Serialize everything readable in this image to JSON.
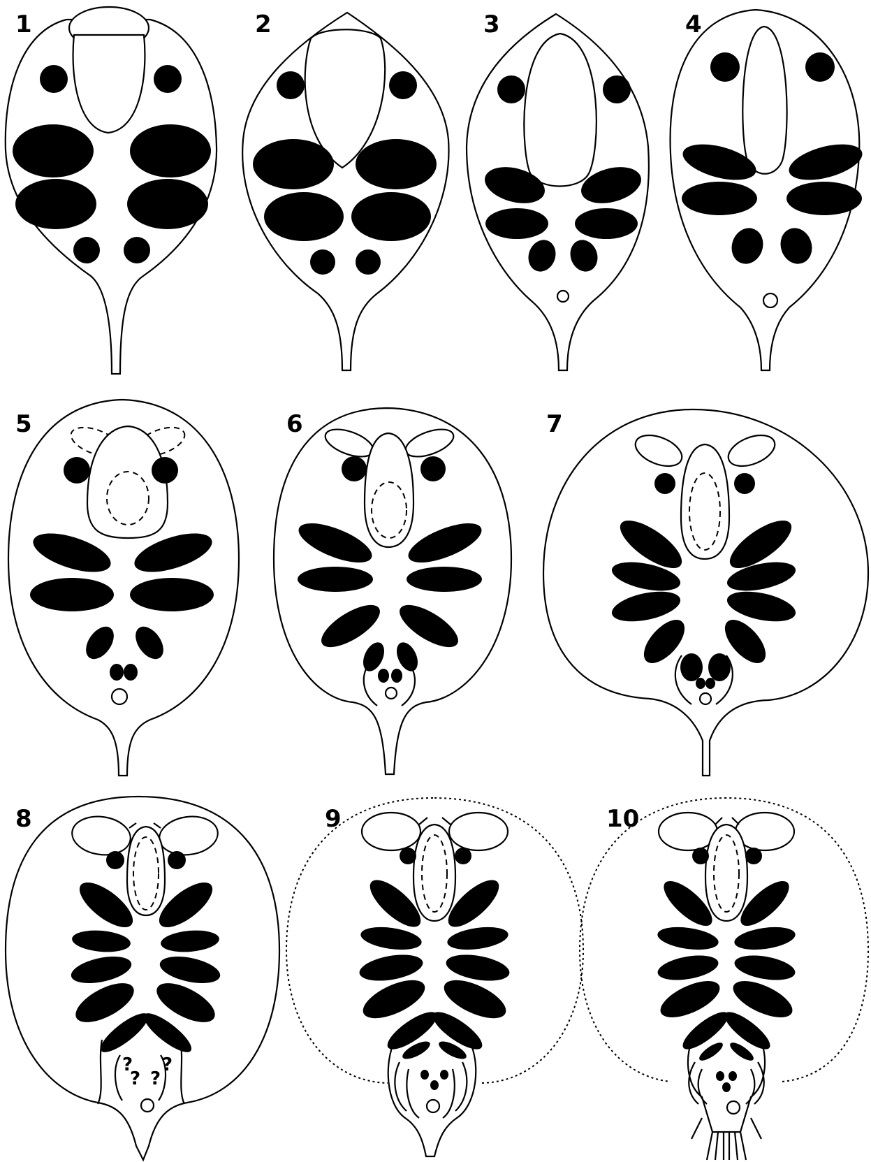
{
  "figure": {
    "stage_labels": [
      "1",
      "2",
      "3",
      "4",
      "5",
      "6",
      "7",
      "8",
      "9",
      "10"
    ],
    "uncertain_marks": [
      "?",
      "?",
      "?",
      "?"
    ],
    "colors": {
      "ink": "#000000",
      "background": "#ffffff"
    }
  }
}
